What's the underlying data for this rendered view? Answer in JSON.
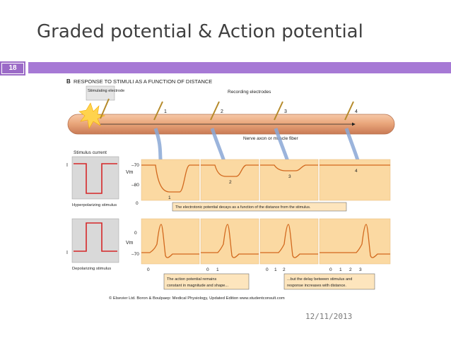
{
  "slide": {
    "title": "Graded potential & Action potential",
    "number": "18",
    "date": "12/11/2013"
  },
  "figure": {
    "panel_label": "B",
    "heading": "RESPONSE TO STIMULI AS A FUNCTION OF DISTANCE",
    "stimulating_electrode_label": "Stimulating electrode",
    "recording_electrodes_label": "Recording electrodes",
    "electrode_numbers": [
      "1",
      "2",
      "3",
      "4"
    ],
    "axon_label": "Nerve axon or muscle fiber",
    "stimulus_current_label": "Stimulus current",
    "hyperpolarizing_label": "Hyperpolarizing stimulus",
    "depolarizing_label": "Depolarizing stimulus",
    "vm_label": "Vm",
    "current_axis_label": "I",
    "top_ticks": [
      "–70",
      "–80",
      "0"
    ],
    "bottom_ticks": [
      "0",
      "–70"
    ],
    "decay_trace_labels": [
      "1",
      "2",
      "3",
      "4"
    ],
    "electrotonic_caption": "The electrotonic potential decays as a function of the distance from the stimulus.",
    "time_labels_1": [
      "0"
    ],
    "time_labels_2": [
      "0",
      "1"
    ],
    "time_labels_3": [
      "0",
      "1",
      "2"
    ],
    "time_labels_4": [
      "0",
      "1",
      "2",
      "3"
    ],
    "ap_caption_line1": "The action potential remains",
    "ap_caption_line2": "constant in magnitude and shape...",
    "delay_caption_line1": "...but the delay between stimulus and",
    "delay_caption_line2": "response increases with distance.",
    "credit": "© Elsevier Ltd. Boron & Boulpaep: Medical Physiology, Updated Edition    www.studentconsult.com"
  },
  "colors": {
    "accent_bar": "#a679d5",
    "number_box": "#9b6ac7",
    "panel_fill": "#fbd9a2",
    "trace": "#d2691e",
    "stimulus_trace": "#d62728",
    "arrow": "#8aa8d6"
  }
}
